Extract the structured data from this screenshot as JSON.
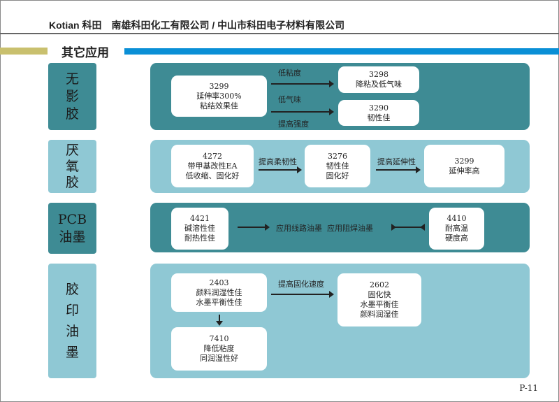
{
  "header": {
    "brand": "Kotian 科田",
    "companies": "南雄科田化工有限公司 / 中山市科田电子材料有限公司"
  },
  "section_title": "其它应用",
  "rows": [
    {
      "label": [
        "无",
        "影",
        "胶"
      ],
      "source": {
        "code": "3299",
        "lines": [
          "延伸率300%",
          "粘结效果佳"
        ]
      },
      "arrows": [
        "低粘度",
        "低气味",
        "提高强度"
      ],
      "targets": [
        {
          "code": "3298",
          "lines": [
            "降粘及低气味"
          ]
        },
        {
          "code": "3290",
          "lines": [
            "韧性佳"
          ]
        }
      ]
    },
    {
      "label": [
        "厌",
        "氧",
        "胶"
      ],
      "boxes": [
        {
          "code": "4272",
          "lines": [
            "带甲基改性EA",
            "低收缩、固化好"
          ]
        },
        {
          "code": "3276",
          "lines": [
            "韧性佳",
            "固化好"
          ]
        },
        {
          "code": "3299",
          "lines": [
            "延伸率高"
          ]
        }
      ],
      "arrows": [
        "提高柔韧性",
        "提高延伸性"
      ]
    },
    {
      "label": [
        "PCB",
        "油墨"
      ],
      "left": {
        "code": "4421",
        "lines": [
          "碱溶性佳",
          "耐热性佳"
        ]
      },
      "center": "应用线路油墨  应用阻焊油墨",
      "right": {
        "code": "4410",
        "lines": [
          "耐高温",
          "硬度高"
        ]
      }
    },
    {
      "label": [
        "胶",
        "印",
        "油",
        "墨"
      ],
      "source": {
        "code": "2403",
        "lines": [
          "颜料润湿性佳",
          "水墨平衡性佳"
        ]
      },
      "arrow": "提高固化速度",
      "target": {
        "code": "2602",
        "lines": [
          "固化快",
          "水墨平衡佳",
          "颜料润湿佳"
        ]
      },
      "below": {
        "code": "7410",
        "lines": [
          "降低粘度",
          "同润湿性好"
        ]
      }
    }
  ],
  "page_number": "P-11"
}
